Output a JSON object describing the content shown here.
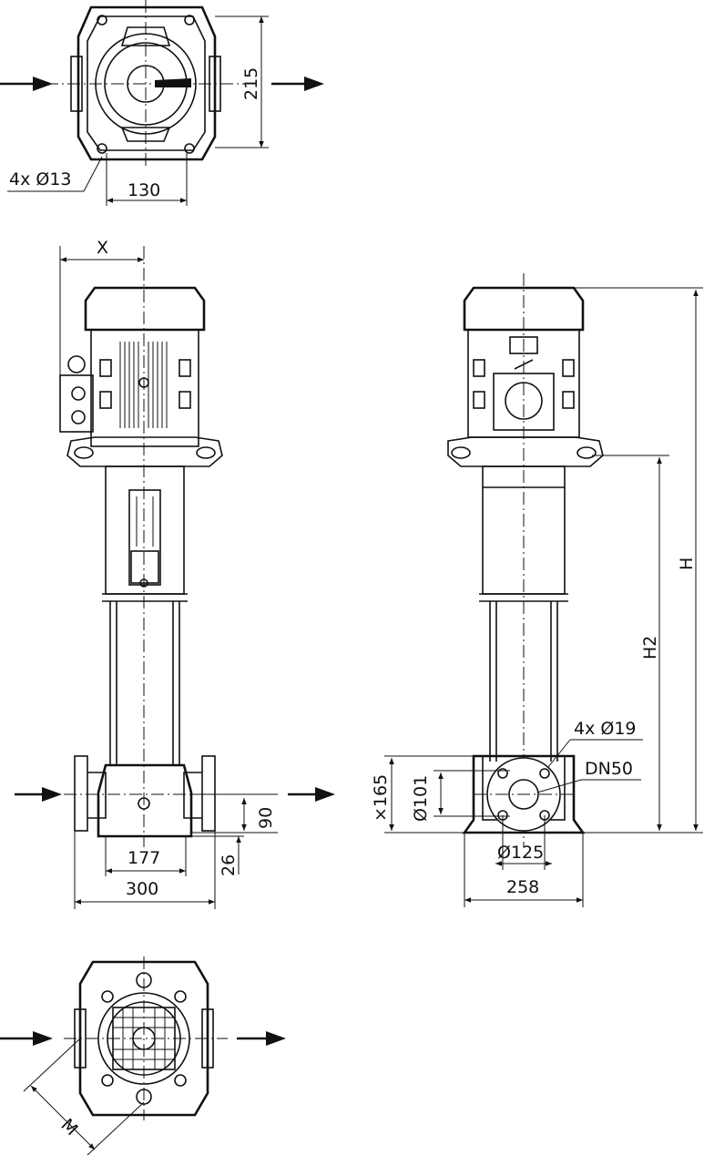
{
  "top_view": {
    "dim_width": "215",
    "dim_bolt_spacing": "130",
    "dim_holes": "4x Ø13"
  },
  "front_view": {
    "dim_x": "X",
    "dim_base_bolt": "177",
    "dim_base_width": "300",
    "dim_flange_height": "90",
    "dim_foot_height": "26"
  },
  "side_view": {
    "dim_h": "H",
    "dim_h2": "H2",
    "dim_flange_holes": "4x Ø19",
    "dim_dn": "DN50",
    "dim_flange_od": "×165",
    "dim_flange_id": "Ø101",
    "dim_bolt_circle": "Ø125",
    "dim_base_width": "258"
  },
  "bottom_view": {
    "dim_m": "M"
  },
  "icons": {
    "flow_arrow": "flow-arrow-icon"
  }
}
